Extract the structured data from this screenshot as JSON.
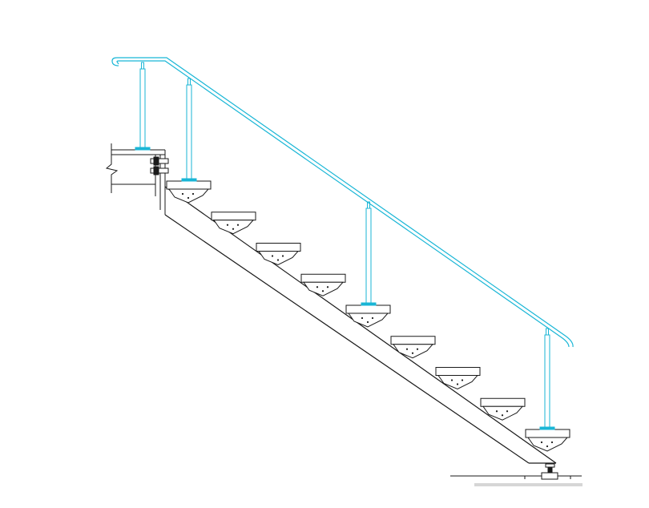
{
  "colors": {
    "background": "#ffffff",
    "line": "#1a1a1a",
    "rail": "#19b6d6",
    "floor_shade": "#d6d6d6"
  },
  "diagram": {
    "type": "stair-elevation",
    "tread_count": 9,
    "baluster_count": 4,
    "has_handrail": true,
    "has_landing_beam": true,
    "has_base_plate": true
  }
}
